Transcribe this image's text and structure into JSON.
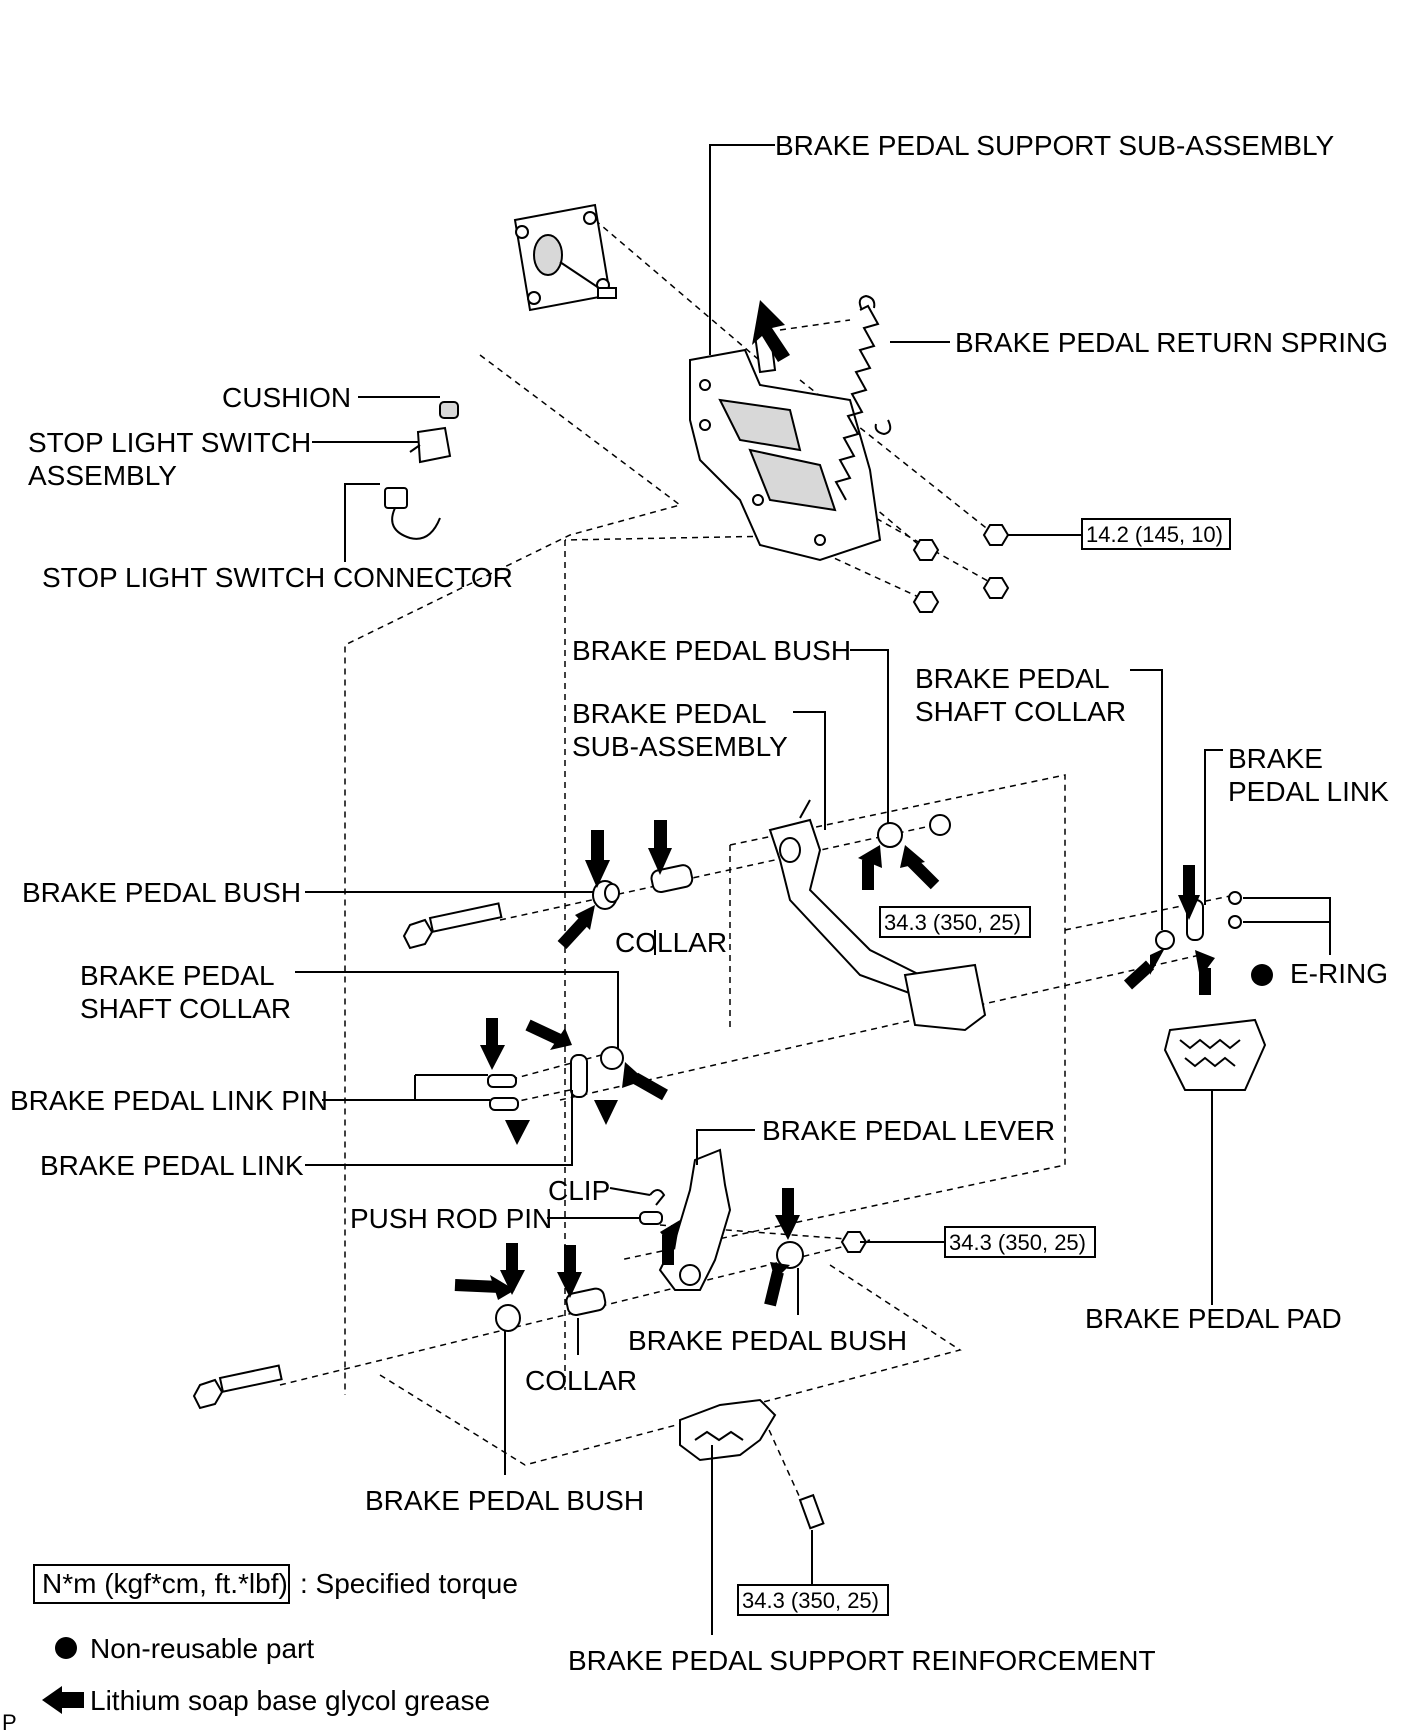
{
  "labels": {
    "support_sub_assembly": "BRAKE PEDAL SUPPORT SUB-ASSEMBLY",
    "return_spring": "BRAKE PEDAL RETURN SPRING",
    "cushion": "CUSHION",
    "stop_light_switch_1": "STOP LIGHT SWITCH",
    "stop_light_switch_2": "ASSEMBLY",
    "stop_light_connector": "STOP LIGHT SWITCH CONNECTOR",
    "bush_top": "BRAKE PEDAL BUSH",
    "pedal_sub_1": "BRAKE PEDAL",
    "pedal_sub_2": "SUB-ASSEMBLY",
    "shaft_collar_right_1": "BRAKE PEDAL",
    "shaft_collar_right_2": "SHAFT COLLAR",
    "link_right_1": "BRAKE",
    "link_right_2": "PEDAL LINK",
    "bush_left": "BRAKE  PEDAL BUSH",
    "collar_upper": "COLLAR",
    "e_ring": "E-RING",
    "shaft_collar_left_1": "BRAKE PEDAL",
    "shaft_collar_left_2": "SHAFT COLLAR",
    "link_pin": "BRAKE PEDAL LINK PIN",
    "link_left": "BRAKE PEDAL LINK",
    "lever": "BRAKE PEDAL LEVER",
    "clip": "CLIP",
    "push_rod_pin": "PUSH ROD PIN",
    "bush_middle": "BRAKE PEDAL BUSH",
    "pedal_pad": "BRAKE PEDAL PAD",
    "collar_lower": "COLLAR",
    "bush_bottom": "BRAKE PEDAL BUSH",
    "support_reinforcement": "BRAKE PEDAL SUPPORT REINFORCEMENT"
  },
  "torques": {
    "support_nut": "14.2 (145, 10)",
    "pedal_nut": "34.3 (350, 25)",
    "lever_nut": "34.3 (350, 25)",
    "reinforcement_bolt": "34.3 (350, 25)"
  },
  "legend": {
    "torque_box": "N*m (kgf*cm, ft.*lbf)",
    "torque_text": ": Specified torque",
    "non_reusable": "Non-reusable part",
    "grease": "Lithium soap base glycol grease"
  },
  "corner_mark": "P"
}
